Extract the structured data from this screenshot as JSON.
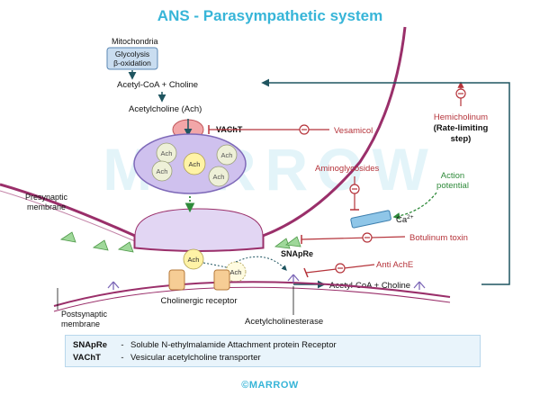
{
  "title": "ANS - Parasympathetic system",
  "watermark": "MARROW",
  "brand": "©MARROW",
  "labels": {
    "mitochondria": "Mitochondria",
    "mito_line1": "Glycolysis",
    "mito_line2": "β-oxidation",
    "acetylcoa_top": "Acetyl-CoA + Choline",
    "acetylcholine": "Acetylcholine (Ach)",
    "vacht": "VAChT",
    "vesamicol": "Vesamicol",
    "hemicholinium": "Hemicholinum",
    "rate_limiting_1": "(Rate-limiting",
    "rate_limiting_2": "step)",
    "aminoglycosides": "Aminoglycosides",
    "action_potential_1": "Action",
    "action_potential_2": "potential",
    "ca": "Ca",
    "ca_sup": "2+",
    "presynaptic_1": "Presynaptic",
    "presynaptic_2": "membrane",
    "botulinum": "Botulinum toxin",
    "snapre": "SNApRe",
    "anti_ache": "Anti AchE",
    "acetylcoa_bottom": "Acetyl-CoA + Choline",
    "ach": "Ach",
    "cholinergic_receptor": "Cholinergic receptor",
    "postsynaptic_1": "Postsynaptic",
    "postsynaptic_2": "membrane",
    "acetylcholinesterase": "Acetylcholinesterase"
  },
  "legend": [
    {
      "abbr": "SNApRe",
      "dash": "-",
      "text": "Soluble N-ethylmalamide Attachment protein Receptor"
    },
    {
      "abbr": "VAChT",
      "dash": "-",
      "text": "Vesicular acetylcholine transporter"
    }
  ],
  "colors": {
    "accent": "#37b5d8",
    "inhibitor": "#b5333a",
    "membrane": "#9a2f6a",
    "terminal_fill": "#e2d6f3",
    "vesicle_fill": "#cfc1ee",
    "arrow_dark": "#1f5560",
    "action_potential": "#2f8a3a",
    "snapre_green": "#9fd89a",
    "channel_blue": "#8fc6e8"
  }
}
